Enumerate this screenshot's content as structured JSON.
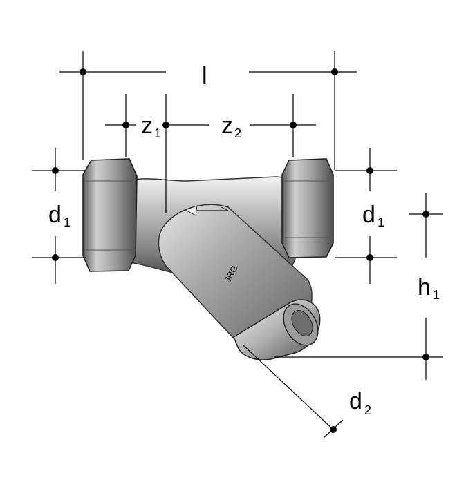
{
  "labels": {
    "l": {
      "main": "l",
      "sub": ""
    },
    "z1": {
      "main": "z",
      "sub": "1"
    },
    "z2": {
      "main": "z",
      "sub": "2"
    },
    "d1_left": {
      "main": "d",
      "sub": "1"
    },
    "d1_right": {
      "main": "d",
      "sub": "1"
    },
    "h1": {
      "main": "h",
      "sub": "1"
    },
    "d2": {
      "main": "d",
      "sub": "2"
    }
  },
  "valve_marking": "JRG",
  "colors": {
    "line": "#000000",
    "metal_light": "#d9d9d9",
    "metal_dark": "#6b6b6b",
    "background": "#ffffff"
  }
}
